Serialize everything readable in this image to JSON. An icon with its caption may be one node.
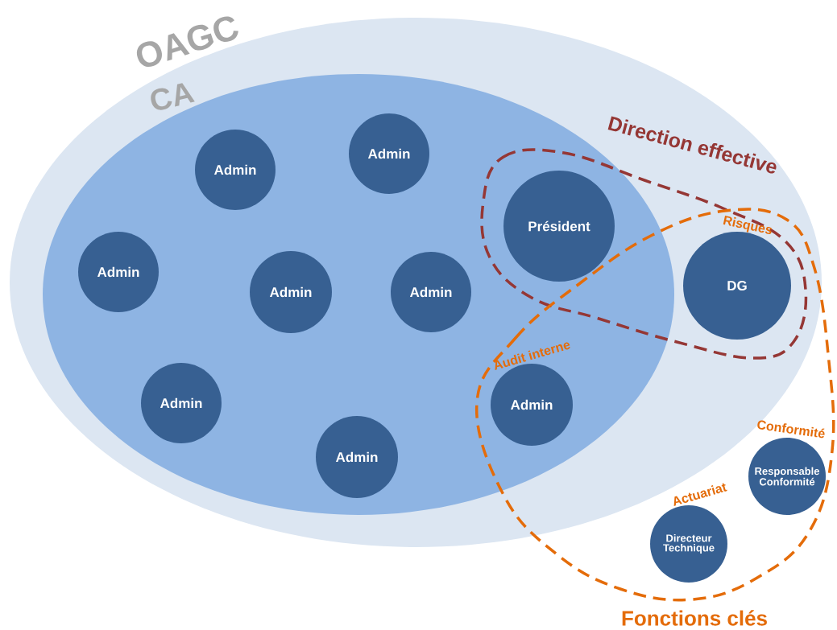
{
  "diagram": {
    "nodes": [
      {
        "text": [
          "OAGC"
        ]
      },
      {
        "text": [
          "CA"
        ],
        "in": 0
      },
      {
        "text": [
          "Admin"
        ],
        "in": 1
      },
      {
        "text": [
          "Admin"
        ],
        "in": 1
      },
      {
        "text": [
          "Admin"
        ],
        "in": 1
      },
      {
        "text": [
          "Admin"
        ],
        "in": 1
      },
      {
        "text": [
          "Admin"
        ],
        "in": 1
      },
      {
        "text": [
          "Admin"
        ],
        "in": 1
      },
      {
        "text": [
          "Admin"
        ],
        "in": 1
      },
      {
        "text": [
          "Direction effective"
        ],
        "in": 0
      },
      {
        "text": [
          "Président"
        ]
      },
      {
        "text": [
          "DG"
        ],
        "beside": [
          "Risques"
        ]
      },
      {
        "text": [
          "Fonctions clés"
        ]
      },
      {
        "text": [
          "Admin"
        ],
        "beside": [
          "Audit interne"
        ]
      },
      {
        "text": [
          "Responsable Conformité"
        ],
        "in": 12,
        "beside": [
          "Conformité"
        ]
      },
      {
        "text": [
          "Directeur Technique"
        ],
        "in": 12,
        "beside": [
          "Actuariat"
        ]
      }
    ]
  }
}
